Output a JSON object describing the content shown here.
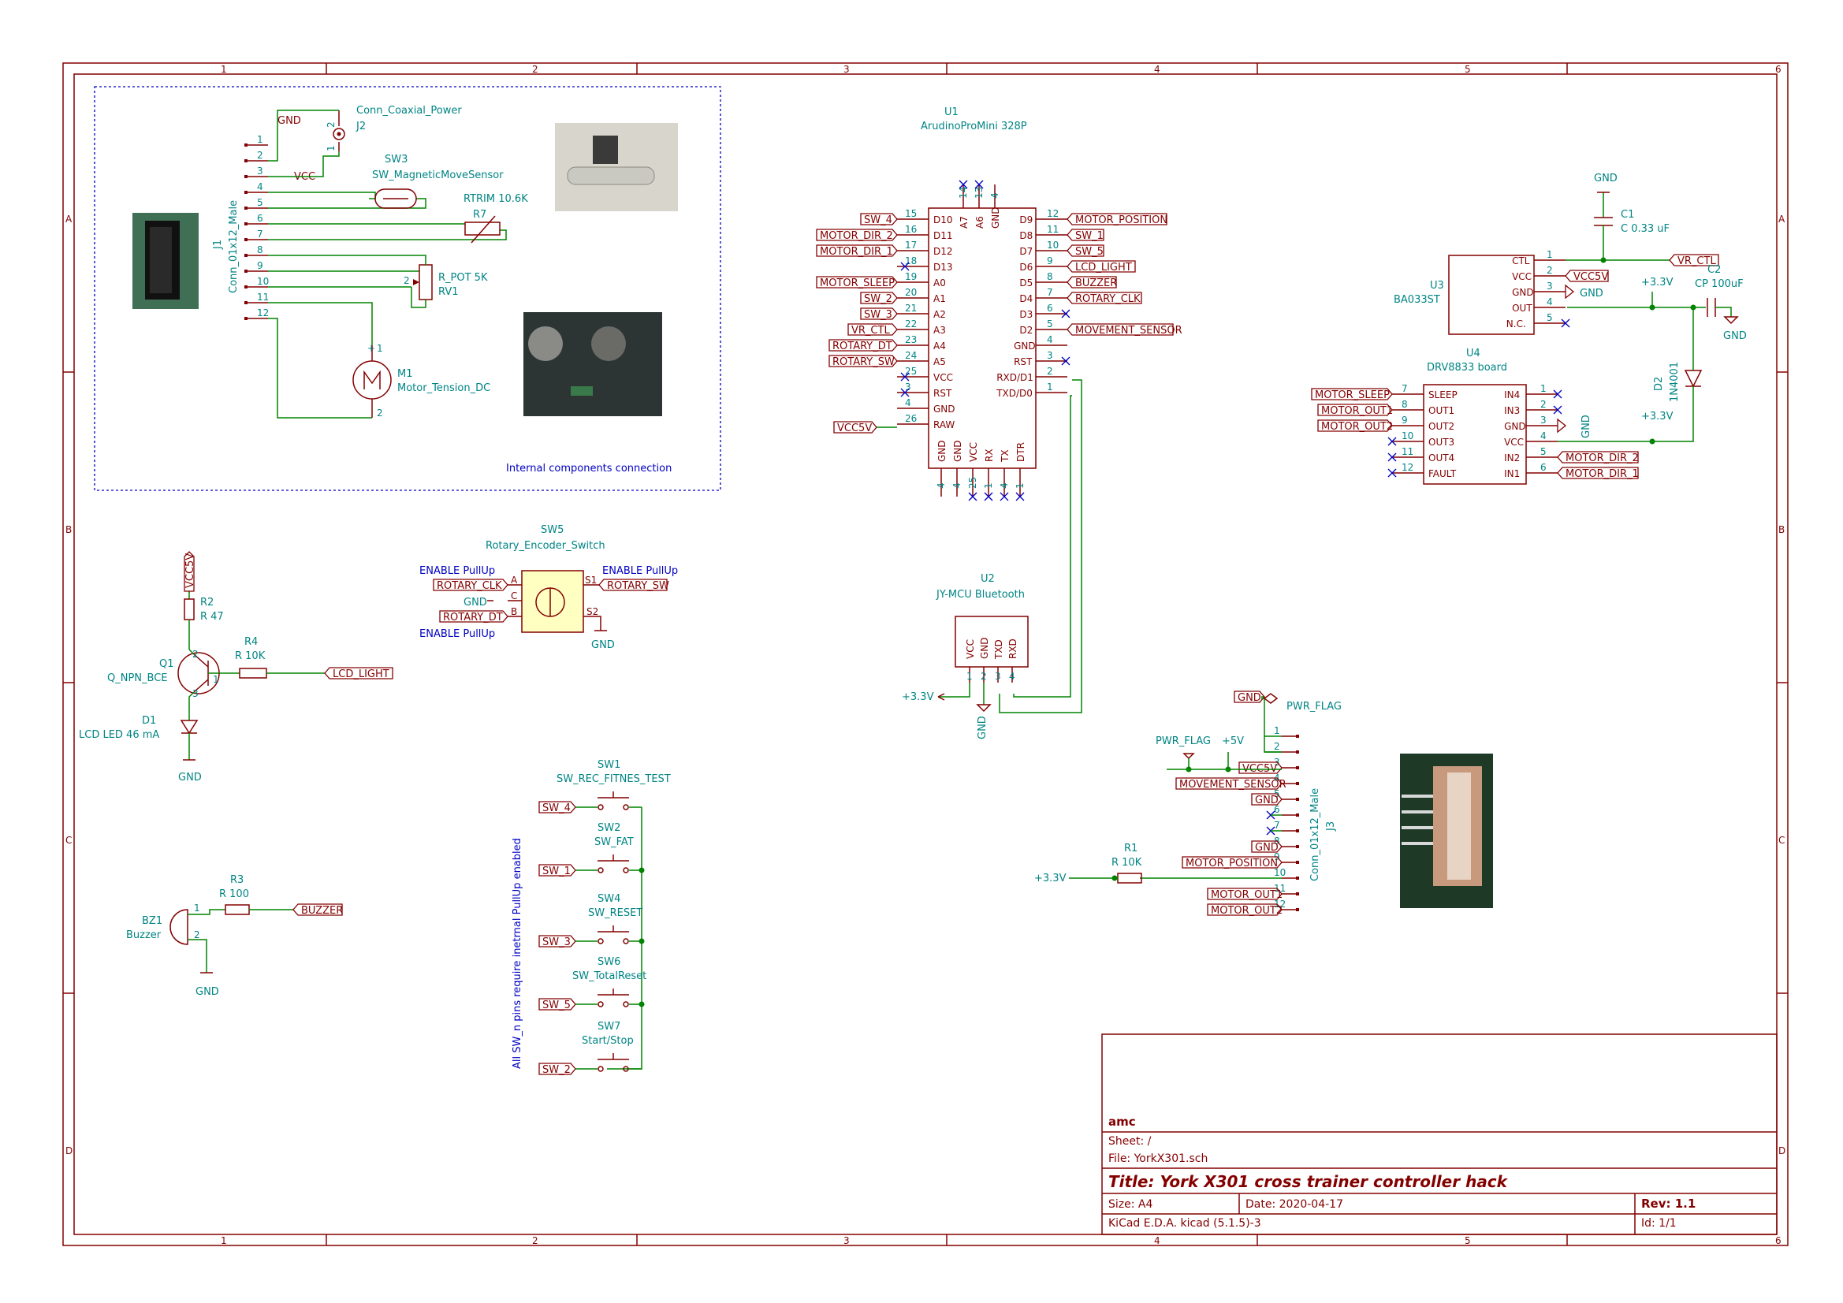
{
  "frame": {
    "cols": [
      "1",
      "2",
      "3",
      "4",
      "5",
      "6"
    ],
    "rows": [
      "A",
      "B",
      "C",
      "D"
    ]
  },
  "internal_block": {
    "note": "Internal components connection",
    "j1": {
      "ref": "J1",
      "value": "Conn_01x12_Male",
      "pins": [
        "1",
        "2",
        "3",
        "4",
        "5",
        "6",
        "7",
        "8",
        "9",
        "10",
        "11",
        "12"
      ]
    },
    "j2": {
      "ref": "J2",
      "value": "Conn_Coaxial_Power",
      "pin1": "1",
      "pin2": "2"
    },
    "gnd_label": "GND",
    "vcc_label": "VCC",
    "sw3": {
      "ref": "SW3",
      "value": "SW_MagneticMoveSensor"
    },
    "r7": {
      "ref": "R7",
      "value": "RTRIM 10.6K"
    },
    "rv1": {
      "ref": "RV1",
      "value": "R_POT 5K",
      "pin": "2"
    },
    "m1": {
      "ref": "M1",
      "value": "Motor_Tension_DC",
      "pin_p": "+",
      "pin_1": "1",
      "pin_2": "2"
    }
  },
  "u1": {
    "ref": "U1",
    "value": "ArudinoProMini 328P",
    "top_pins": [
      {
        "num": "14",
        "name": "A7"
      },
      {
        "num": "13",
        "name": "A6"
      },
      {
        "num": "4",
        "name": "GND"
      }
    ],
    "left_pins": [
      {
        "num": "15",
        "name": "D10",
        "label": "SW_4"
      },
      {
        "num": "16",
        "name": "D11",
        "label": "MOTOR_DIR_2"
      },
      {
        "num": "17",
        "name": "D12",
        "label": "MOTOR_DIR_1"
      },
      {
        "num": "18",
        "name": "D13",
        "label": ""
      },
      {
        "num": "19",
        "name": "A0",
        "label": "MOTOR_SLEEP"
      },
      {
        "num": "20",
        "name": "A1",
        "label": "SW_2"
      },
      {
        "num": "21",
        "name": "A2",
        "label": "SW_3"
      },
      {
        "num": "22",
        "name": "A3",
        "label": "VR_CTL"
      },
      {
        "num": "23",
        "name": "A4",
        "label": "ROTARY_DT"
      },
      {
        "num": "24",
        "name": "A5",
        "label": "ROTARY_SW"
      },
      {
        "num": "25",
        "name": "VCC",
        "label": ""
      },
      {
        "num": "3",
        "name": "RST",
        "label": ""
      },
      {
        "num": "4",
        "name": "GND",
        "label": ""
      },
      {
        "num": "26",
        "name": "RAW",
        "label": "VCC5V"
      }
    ],
    "right_pins": [
      {
        "num": "12",
        "name": "D9",
        "label": "MOTOR_POSITION"
      },
      {
        "num": "11",
        "name": "D8",
        "label": "SW_1"
      },
      {
        "num": "10",
        "name": "D7",
        "label": "SW_5"
      },
      {
        "num": "9",
        "name": "D6",
        "label": "LCD_LIGHT"
      },
      {
        "num": "8",
        "name": "D5",
        "label": "BUZZER"
      },
      {
        "num": "7",
        "name": "D4",
        "label": "ROTARY_CLK"
      },
      {
        "num": "6",
        "name": "D3",
        "label": ""
      },
      {
        "num": "5",
        "name": "D2",
        "label": "MOVEMENT_SENSOR"
      },
      {
        "num": "4",
        "name": "GND",
        "label": ""
      },
      {
        "num": "3",
        "name": "RST",
        "label": ""
      },
      {
        "num": "2",
        "name": "RXD/D1",
        "label": ""
      },
      {
        "num": "1",
        "name": "TXD/D0",
        "label": ""
      }
    ],
    "bottom_pins": [
      {
        "num": "4",
        "name": "GND"
      },
      {
        "num": "4",
        "name": "GND"
      },
      {
        "num": "25",
        "name": "VCC"
      },
      {
        "num": "1",
        "name": "RX"
      },
      {
        "num": "4",
        "name": "TX"
      },
      {
        "num": "1",
        "name": "DTR"
      }
    ]
  },
  "u2": {
    "ref": "U2",
    "value": "JY-MCU Bluetooth",
    "pins": [
      {
        "num": "1",
        "name": "VCC"
      },
      {
        "num": "2",
        "name": "GND"
      },
      {
        "num": "3",
        "name": "TXD"
      },
      {
        "num": "4",
        "name": "RXD"
      }
    ],
    "power": "+3.3V",
    "gnd": "GND"
  },
  "u3": {
    "ref": "U3",
    "value": "BA033ST",
    "pins": [
      {
        "num": "1",
        "name": "CTL",
        "label": "VR_CTL"
      },
      {
        "num": "2",
        "name": "VCC",
        "label": "VCC5V"
      },
      {
        "num": "3",
        "name": "GND",
        "label": "GND"
      },
      {
        "num": "4",
        "name": "OUT",
        "label": ""
      },
      {
        "num": "5",
        "name": "N.C.",
        "label": ""
      }
    ]
  },
  "c1": {
    "ref": "C1",
    "value": "C 0.33 uF",
    "gnd": "GND"
  },
  "c2": {
    "ref": "C2",
    "value": "CP 100uF",
    "gnd": "GND",
    "power": "+3.3V"
  },
  "d2": {
    "ref": "D2",
    "value": "1N4001",
    "power": "+3.3V"
  },
  "u4": {
    "ref": "U4",
    "value": "DRV8833 board",
    "left_pins": [
      {
        "num": "7",
        "name": "SLEEP",
        "label": "MOTOR_SLEEP"
      },
      {
        "num": "8",
        "name": "OUT1",
        "label": "MOTOR_OUT1"
      },
      {
        "num": "9",
        "name": "OUT2",
        "label": "MOTOR_OUT2"
      },
      {
        "num": "10",
        "name": "OUT3",
        "label": ""
      },
      {
        "num": "11",
        "name": "OUT4",
        "label": ""
      },
      {
        "num": "12",
        "name": "FAULT",
        "label": ""
      }
    ],
    "right_pins": [
      {
        "num": "1",
        "name": "IN4",
        "label": ""
      },
      {
        "num": "2",
        "name": "IN3",
        "label": ""
      },
      {
        "num": "3",
        "name": "GND",
        "label": "GND"
      },
      {
        "num": "4",
        "name": "VCC",
        "label": ""
      },
      {
        "num": "5",
        "name": "IN2",
        "label": "MOTOR_DIR_2"
      },
      {
        "num": "6",
        "name": "IN1",
        "label": "MOTOR_DIR_1"
      }
    ]
  },
  "sw5": {
    "ref": "SW5",
    "value": "Rotary_Encoder_Switch",
    "pullup": "ENABLE PullUp",
    "pins": [
      "A",
      "C",
      "B",
      "S1",
      "S2"
    ],
    "clk": "ROTARY_CLK",
    "gnd": "GND",
    "dt": "ROTARY_DT",
    "sw": "ROTARY_SW"
  },
  "q1block": {
    "vcc": "VCC5V",
    "r2": {
      "ref": "R2",
      "value": "R 47"
    },
    "q1": {
      "ref": "Q1",
      "value": "Q_NPN_BCE",
      "pins": [
        "1",
        "2",
        "3"
      ]
    },
    "r4": {
      "ref": "R4",
      "value": "R 10K"
    },
    "lcd": "LCD_LIGHT",
    "d1": {
      "ref": "D1",
      "value": "LCD LED 46 mA"
    },
    "gnd": "GND"
  },
  "bz": {
    "ref": "BZ1",
    "value": "Buzzer",
    "r3": {
      "ref": "R3",
      "value": "R 100"
    },
    "label": "BUZZER",
    "gnd": "GND",
    "pin1": "1",
    "pin2": "2"
  },
  "switches": {
    "note": "All SW_n pins require inetrnal PullUp enabled",
    "items": [
      {
        "ref": "SW1",
        "value": "SW_REC_FITNES_TEST",
        "label": "SW_4"
      },
      {
        "ref": "SW2",
        "value": "SW_FAT",
        "label": "SW_1"
      },
      {
        "ref": "SW4",
        "value": "SW_RESET",
        "label": "SW_3"
      },
      {
        "ref": "SW6",
        "value": "SW_TotalReset",
        "label": "SW_5"
      },
      {
        "ref": "SW7",
        "value": "Start/Stop",
        "label": "SW_2"
      }
    ]
  },
  "j3": {
    "ref": "J3",
    "value": "Conn_01x12_Male",
    "pwr_flag": "PWR_FLAG",
    "pwr_flag2": "PWR_FLAG",
    "plus5v": "+5V",
    "r1": {
      "ref": "R1",
      "value": "R 10K"
    },
    "power": "+3.3V",
    "pins": [
      {
        "num": "1",
        "label": "GND"
      },
      {
        "num": "2",
        "label": ""
      },
      {
        "num": "3",
        "label": "VCC5V"
      },
      {
        "num": "4",
        "label": "MOVEMENT_SENSOR"
      },
      {
        "num": "5",
        "label": "GND"
      },
      {
        "num": "6",
        "label": ""
      },
      {
        "num": "7",
        "label": ""
      },
      {
        "num": "8",
        "label": "GND"
      },
      {
        "num": "9",
        "label": "MOTOR_POSITION"
      },
      {
        "num": "10",
        "label": ""
      },
      {
        "num": "11",
        "label": "MOTOR_OUT1"
      },
      {
        "num": "12",
        "label": "MOTOR_OUT2"
      }
    ]
  },
  "titleblock": {
    "company": "amc",
    "sheet": "Sheet: /",
    "file": "File: YorkX301.sch",
    "title": "Title: York X301 cross trainer controller hack",
    "size": "Size: A4",
    "date": "Date: 2020-04-17",
    "rev": "Rev: 1.1",
    "tool": "KiCad E.D.A.  kicad (5.1.5)-3",
    "id": "Id: 1/1"
  },
  "colors": {
    "symbol": "#840000",
    "wire": "#008400",
    "text": "#008484",
    "note": "#0000c2",
    "fill": "#ffffc2"
  }
}
